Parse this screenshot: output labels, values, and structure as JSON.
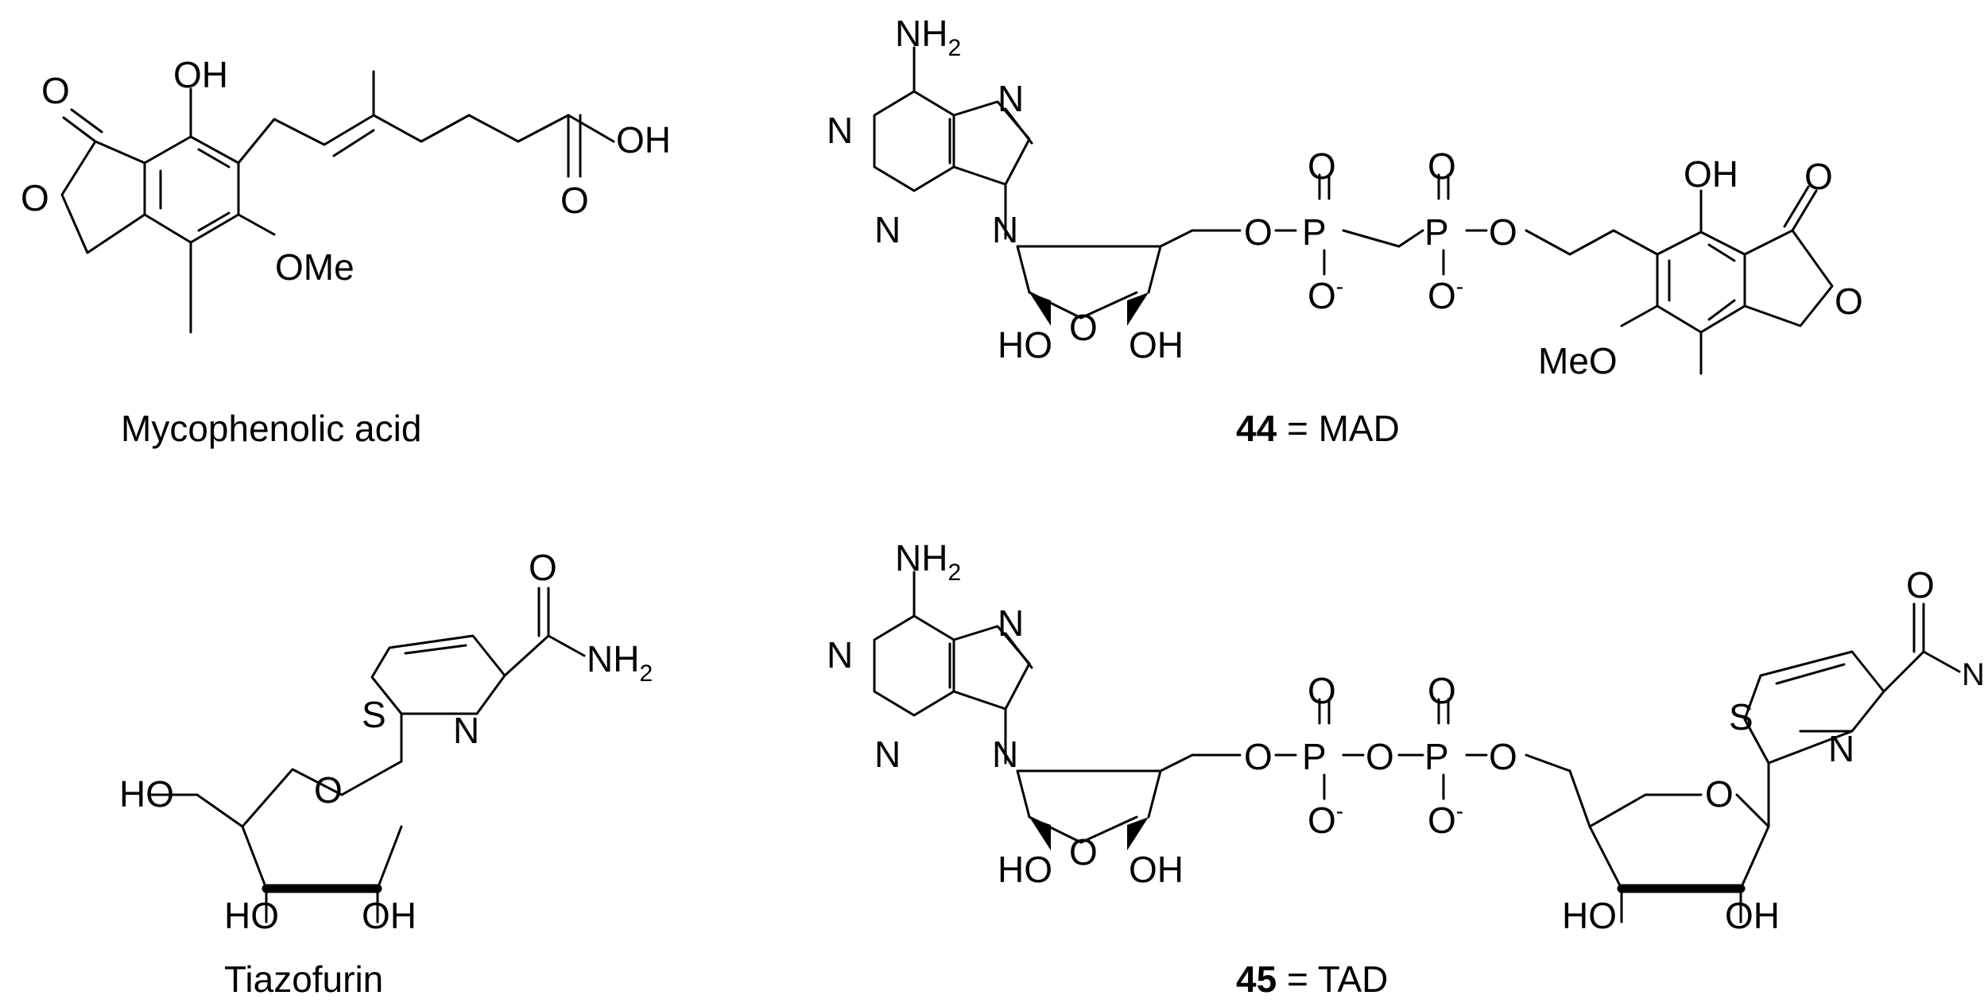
{
  "structures": [
    {
      "name": "Mycophenolic acid",
      "caption": "Mycophenolic acid"
    },
    {
      "name": "MAD",
      "number": "44",
      "caption_rest": " = MAD"
    },
    {
      "name": "Tiazofurin",
      "caption": "Tiazofurin"
    },
    {
      "name": "TAD",
      "number": "45",
      "caption_rest": " = TAD"
    }
  ],
  "atom_labels": {
    "O": "O",
    "OH": "OH",
    "HO": "HO",
    "OMe": "OMe",
    "MeO": "MeO",
    "N": "N",
    "S": "S",
    "P": "P",
    "NH": "NH",
    "H": "H",
    "sub2": "2",
    "minus": "-"
  }
}
